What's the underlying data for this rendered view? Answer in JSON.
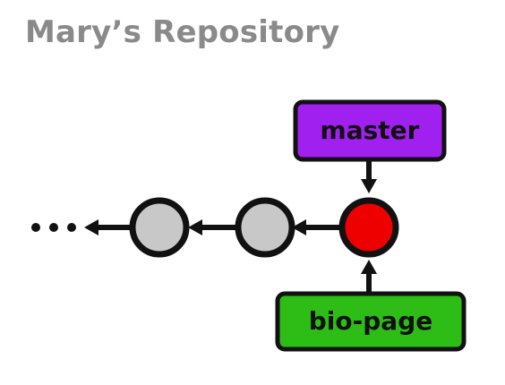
{
  "title": "Mary’s Repository",
  "branches": [
    {
      "label": "master",
      "color": "#a020f0"
    },
    {
      "label": "bio-page",
      "color": "#2ebd16"
    }
  ],
  "commits": [
    {
      "state": "older",
      "color": "#c8c8c8"
    },
    {
      "state": "older",
      "color": "#c8c8c8"
    },
    {
      "state": "current",
      "color": "#ee0000"
    }
  ],
  "history_continuation": "•••"
}
